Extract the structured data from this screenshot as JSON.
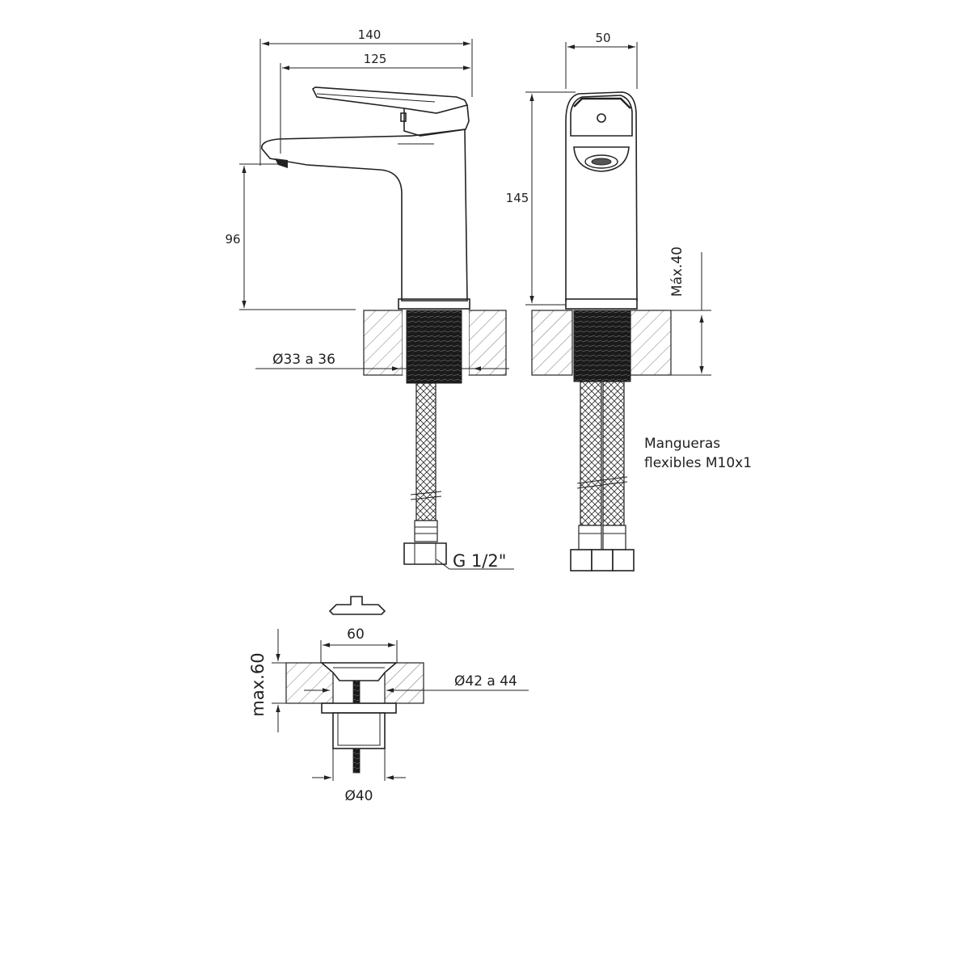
{
  "side_view": {
    "width_total": "140",
    "width_spout": "125",
    "spout_height": "96",
    "hole_diameter": "Ø33 a 36",
    "connection": "G 1/2\""
  },
  "front_view": {
    "width": "50",
    "height": "145",
    "max_counter": "Máx.40",
    "hoses_line1": "Mangueras",
    "hoses_line2": "flexibles M10x1"
  },
  "drain": {
    "top_width": "60",
    "max_thickness": "max.60",
    "hole_diameter": "Ø42 a 44",
    "body_diameter": "Ø40"
  }
}
